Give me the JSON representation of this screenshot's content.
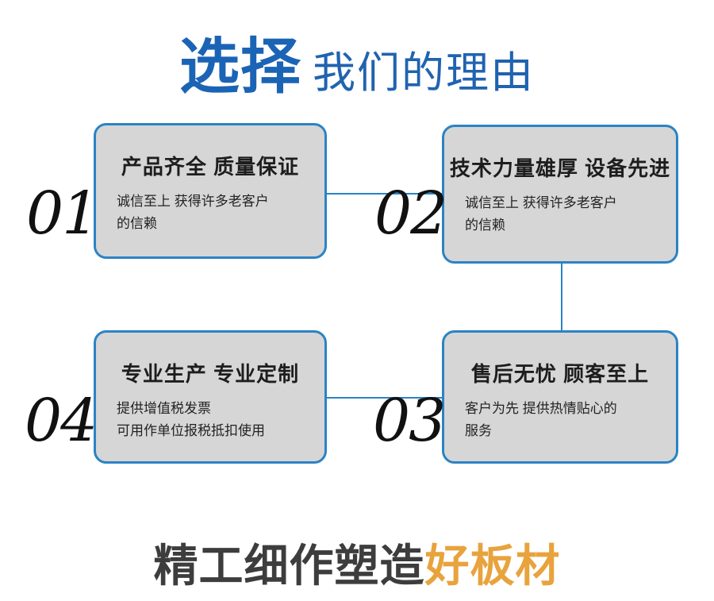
{
  "header": {
    "strong_text": "选择",
    "light_text": "我们的理由",
    "strong_color": "#1b64b5",
    "light_color": "#2063b0"
  },
  "cards": [
    {
      "number": "01",
      "title": "产品齐全 质量保证",
      "body_lines": [
        "诚信至上 获得许多老客户",
        "的信赖"
      ]
    },
    {
      "number": "02",
      "title": "技术力量雄厚 设备先进",
      "body_lines": [
        "诚信至上 获得许多老客户",
        "的信赖"
      ]
    },
    {
      "number": "03",
      "title": "售后无忧 顾客至上",
      "body_lines": [
        "客户为先 提供热情贴心的",
        "服务"
      ]
    },
    {
      "number": "04",
      "title": "专业生产 专业定制",
      "body_lines": [
        "提供增值税发票",
        "可用作单位报税抵扣使用"
      ]
    }
  ],
  "footer": {
    "dark_text": "精工细作塑造",
    "accent_text": "好板材",
    "dark_color": "#3d3d3d",
    "accent_color": "#e8a33d"
  },
  "style": {
    "card_fill": "#d6d6d6",
    "card_border": "#2b83c4",
    "connector_color": "#2b83c4",
    "background": "#ffffff"
  }
}
